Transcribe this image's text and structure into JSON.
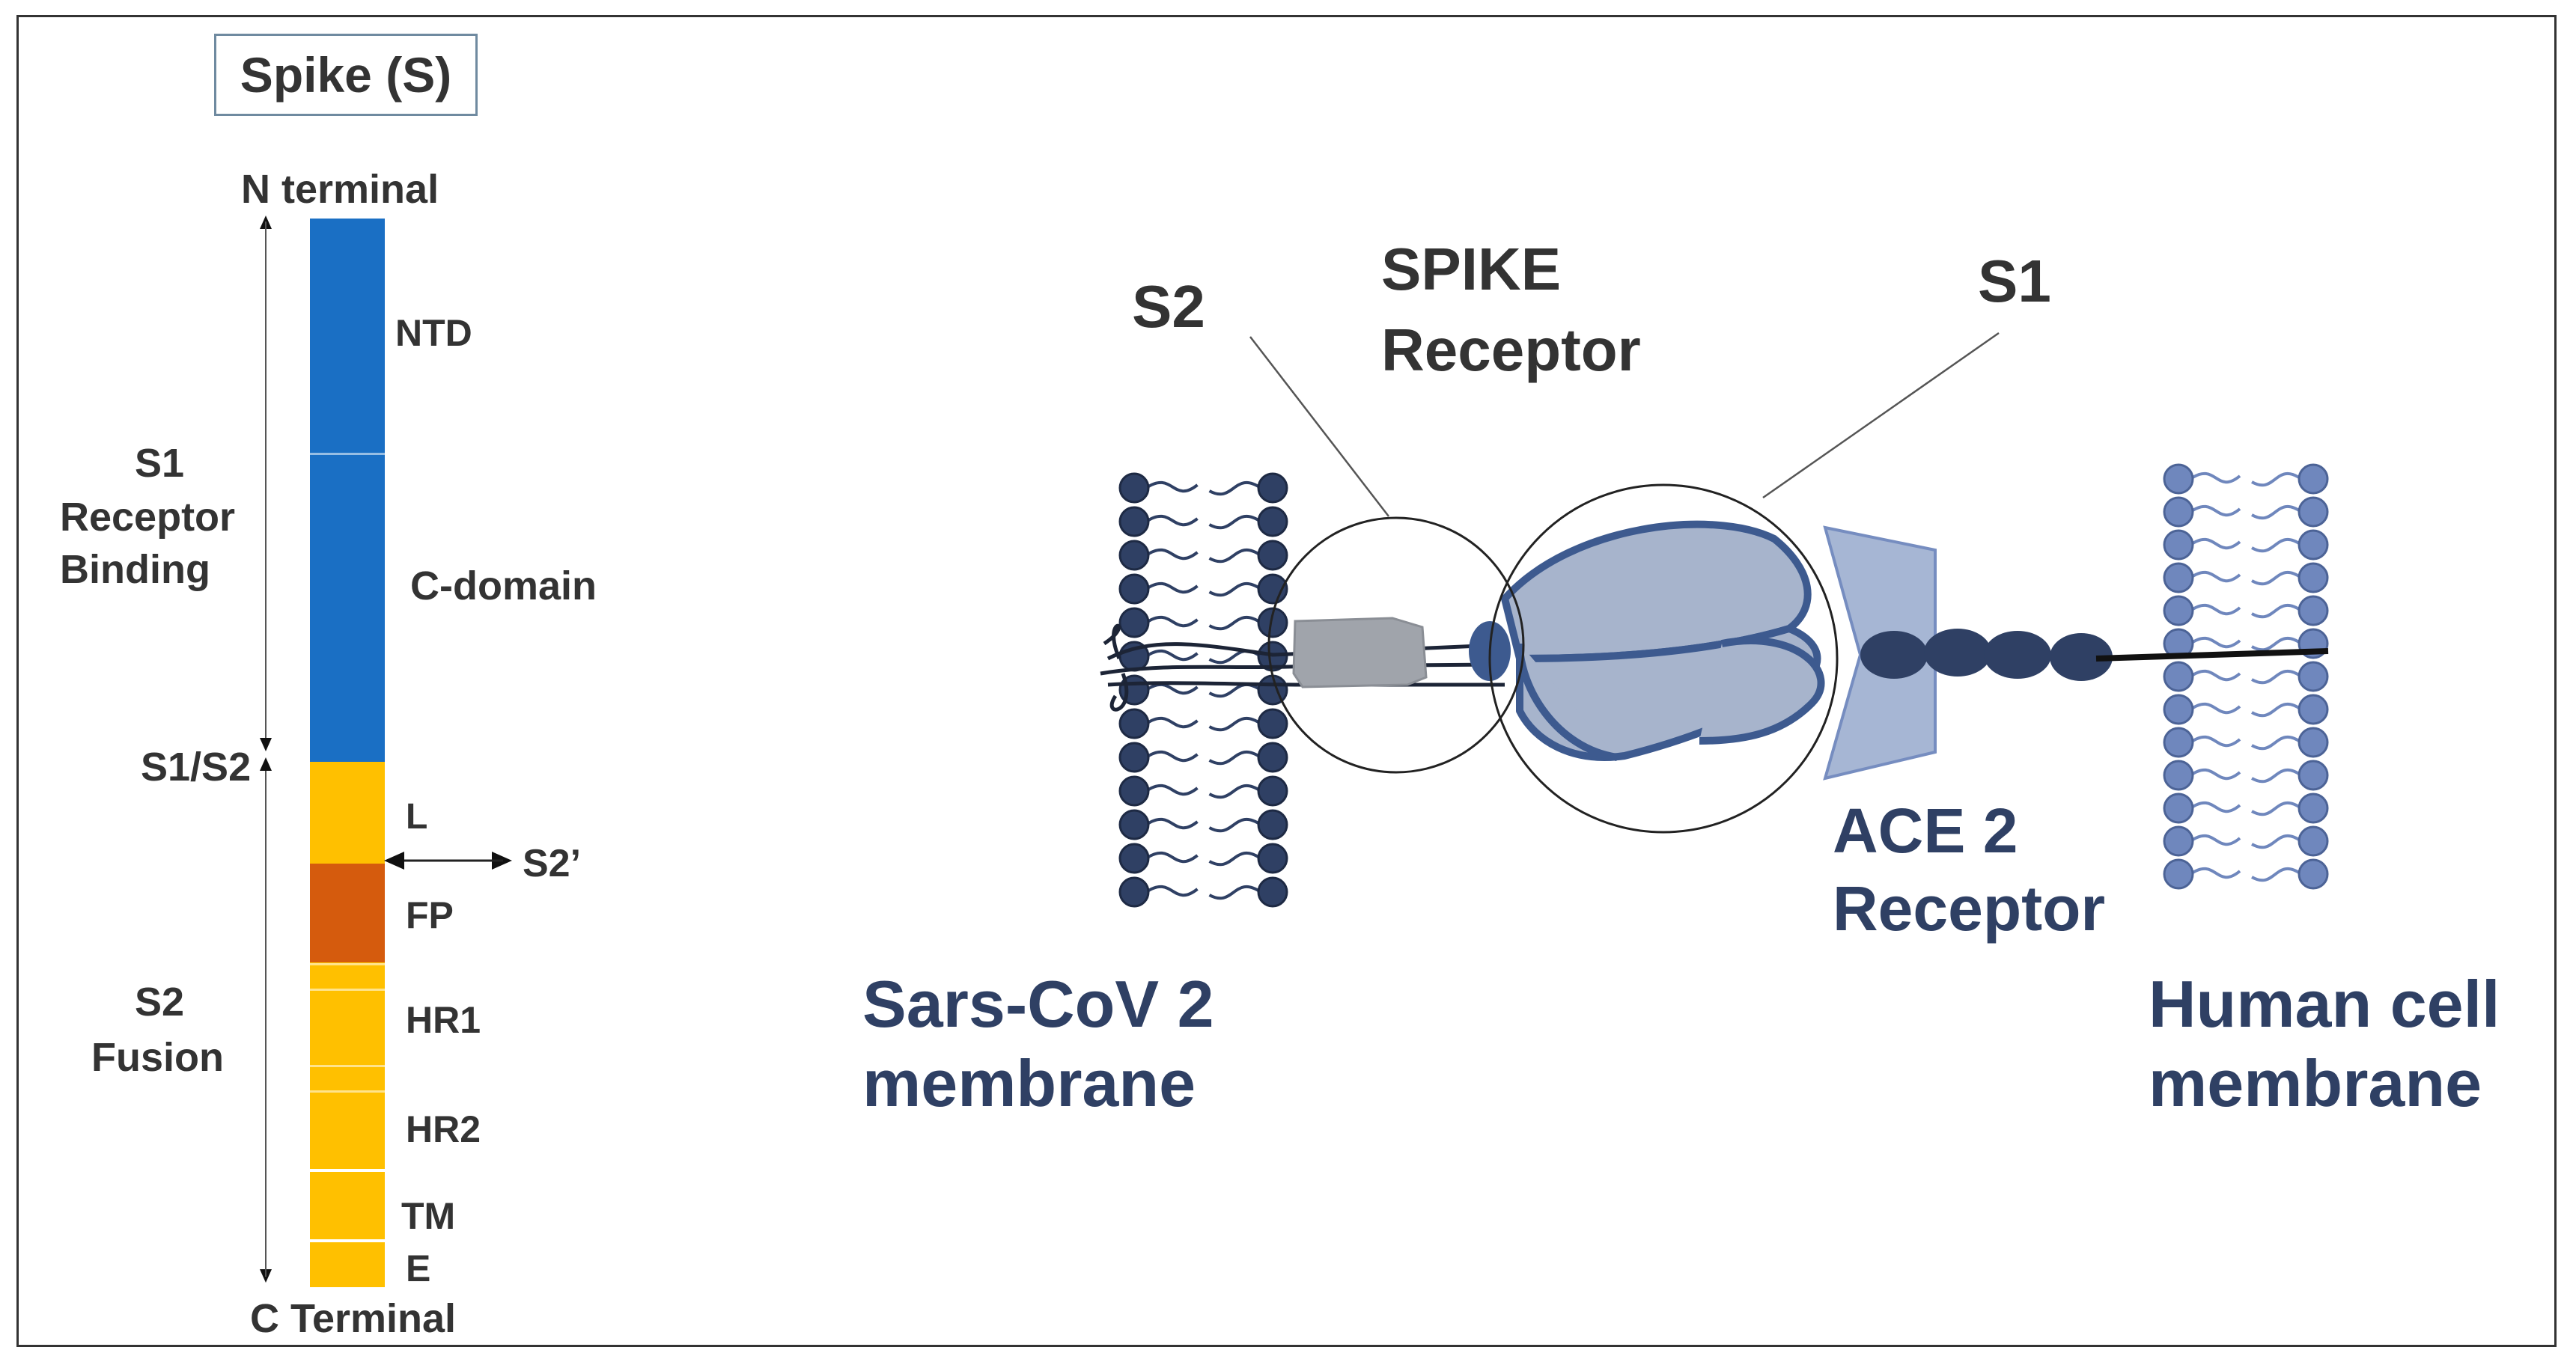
{
  "title": "Spike (S)",
  "bar": {
    "n_terminal": "N terminal",
    "c_terminal": "C Terminal",
    "domains": [
      {
        "label": "NTD",
        "color": "#1a6fc4"
      },
      {
        "label": "C-domain",
        "color": "#1a6fc4"
      },
      {
        "label": "L",
        "color": "#ffc000"
      },
      {
        "label": "FP",
        "color": "#d55b0d"
      },
      {
        "label": "HR1",
        "color": "#ffc000"
      },
      {
        "label": "HR2",
        "color": "#ffc000"
      },
      {
        "label": "TM",
        "color": "#ffc000"
      },
      {
        "label": "E",
        "color": "#ffc000"
      }
    ],
    "s1_label_line1": "S1",
    "s1_label_line2": "Receptor",
    "s1_label_line3": "Binding",
    "s2_label_line1": "S2",
    "s2_label_line2": "Fusion",
    "cleavage_s1s2": "S1/S2",
    "cleavage_s2prime": "S2’"
  },
  "schematic": {
    "s2_label": "S2",
    "spike_label_line1": "SPIKE",
    "spike_label_line2": "Receptor",
    "s1_label": "S1",
    "ace2_label_line1": "ACE 2",
    "ace2_label_line2": "Receptor",
    "virus_membrane_line1": "Sars-CoV 2",
    "virus_membrane_line2": "membrane",
    "human_membrane_line1": "Human cell",
    "human_membrane_line2": "membrane"
  },
  "colors": {
    "virus_lipid": "#2f4064",
    "human_lipid": "#6f87bd",
    "spike_fill": "#a7b4cc",
    "spike_stroke": "#3d5a8f",
    "ace2_fill": "#a2b3d2",
    "stalk_gray": "#a0a4ab"
  }
}
